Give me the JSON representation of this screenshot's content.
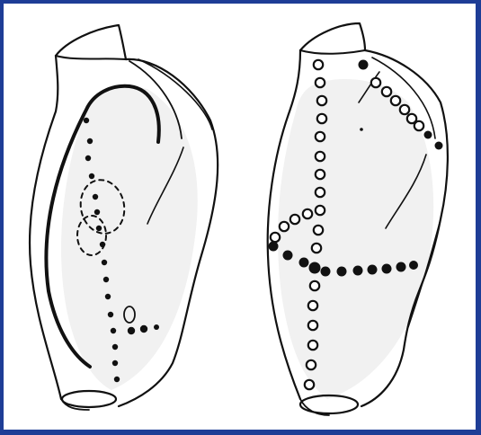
{
  "colors": {
    "border": "#1e3d96",
    "background": "#ffffff",
    "ink": "#111111",
    "shade": "#eeeeee"
  },
  "figures": [
    {
      "name": "left-stomach-sketch",
      "marks": "filled-dots-dashed-loops"
    },
    {
      "name": "right-stomach-sketch",
      "marks": "open-circles-and-filled-dots"
    }
  ]
}
